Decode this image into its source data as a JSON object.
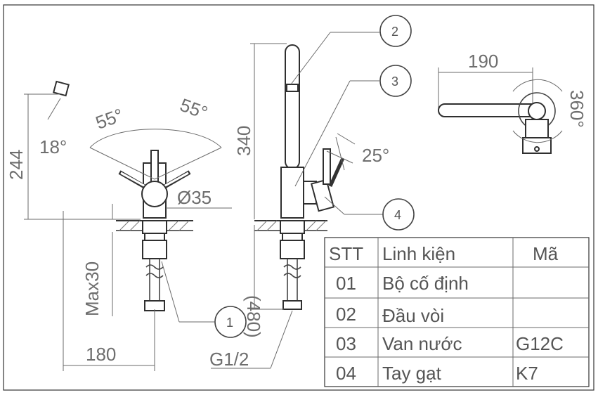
{
  "dimensions": {
    "height_244": "244",
    "angle_18": "18°",
    "angle_55_left": "55°",
    "angle_55_right": "55°",
    "diameter_35": "Ø35",
    "max_30": "Max30",
    "width_180": "180",
    "height_340": "340",
    "angle_25": "25°",
    "height_480": "(480)",
    "thread": "G1/2",
    "length_190": "190",
    "rotation_360": "360°"
  },
  "callouts": [
    "1",
    "2",
    "3",
    "4"
  ],
  "parts_table": {
    "headers": [
      "STT",
      "Linh kiện",
      "Mã"
    ],
    "rows": [
      [
        "01",
        "Bộ cố định",
        ""
      ],
      [
        "02",
        "Đầu vòi",
        ""
      ],
      [
        "03",
        "Van nước",
        "G12C"
      ],
      [
        "04",
        "Tay gạt",
        "K7"
      ]
    ]
  }
}
